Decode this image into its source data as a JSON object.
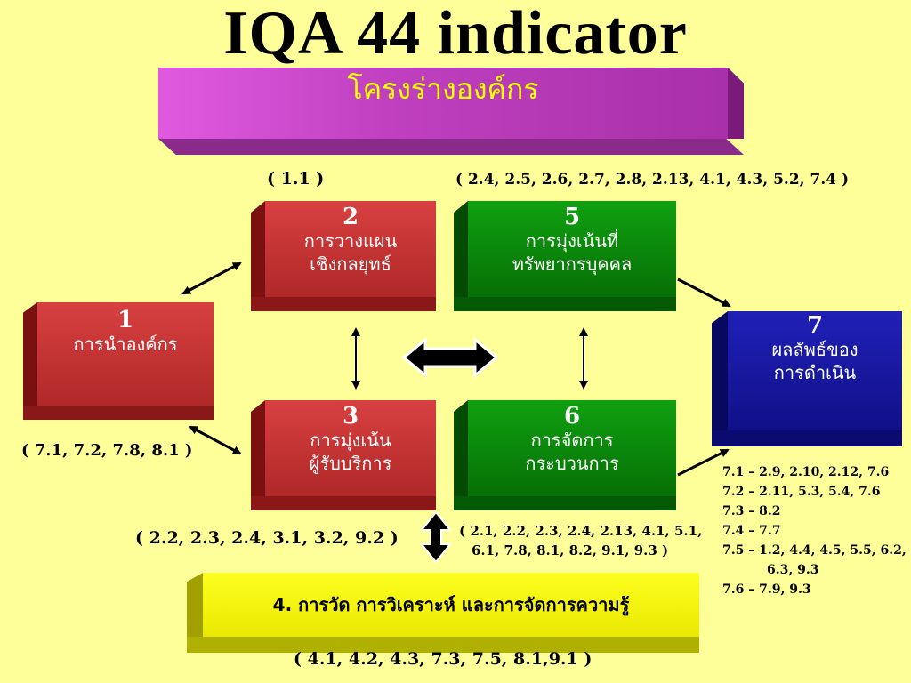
{
  "title": "IQA 44 indicator",
  "header_box": {
    "label": "โครงร่างองค์กร"
  },
  "boxes": [
    {
      "number": "1",
      "line1": "การนำองค์กร",
      "line2": ""
    },
    {
      "number": "2",
      "line1": "การวางแผน",
      "line2": "เชิงกลยุทธ์"
    },
    {
      "number": "3",
      "line1": "การมุ่งเน้น",
      "line2": "ผู้รับบริการ"
    },
    {
      "number": "5",
      "line1": "การมุ่งเน้นที่",
      "line2": "ทรัพยากรบุคคล"
    },
    {
      "number": "6",
      "line1": "การจัดการ",
      "line2": "กระบวนการ"
    },
    {
      "number": "7",
      "line1": "ผลลัพธ์ของ",
      "line2": "การดำเนิน"
    }
  ],
  "box4": {
    "label": "4.  การวัด การวิเคราะห์ และการจัดการความรู้"
  },
  "refs": {
    "box2": "( 1.1 )",
    "box5": "( 2.4, 2.5, 2.6, 2.7, 2.8, 2.13, 4.1, 4.3, 5.2, 7.4 )",
    "box1": "( 7.1, 7.2, 7.8, 8.1 )",
    "box3": "( 2.2, 2.3, 2.4, 3.1, 3.2, 9.2 )",
    "box6_line1": "( 2.1, 2.2, 2.3, 2.4, 2.13, 4.1, 5.1,",
    "box6_line2": "6.1, 7.8, 8.1, 8.2, 9.1, 9.3 )",
    "box4": "( 4.1, 4.2, 4.3, 7.3, 7.5, 8.1,9.1 )"
  },
  "results_list": [
    "7.1 – 2.9, 2.10, 2.12, 7.6",
    "7.2 – 2.11, 5.3, 5.4, 7.6",
    "7.3 – 8.2",
    "7.4 – 7.7",
    "7.5 – 1.2, 4.4, 4.5, 5.5, 6.2,",
    "6.3, 9.3",
    "7.6 – 7.9, 9.3"
  ],
  "colors": {
    "background": "#ffff99",
    "header_purple": "#cc44cc",
    "red_box": "#c83030",
    "green_box": "#0a8a0a",
    "blue_box": "#1a1aa0",
    "yellow_box": "#ffff00",
    "header_text": "#ffff00",
    "box_text": "#ffffff"
  }
}
